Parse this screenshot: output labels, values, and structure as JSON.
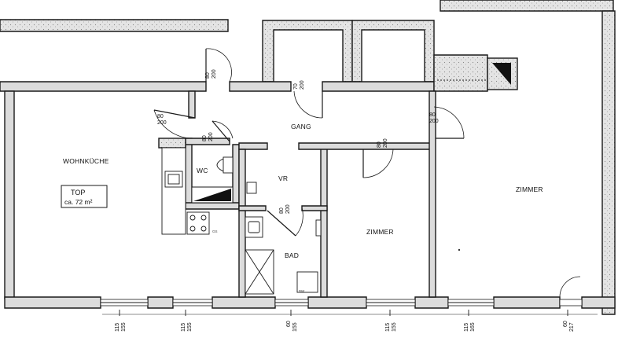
{
  "rooms": {
    "wohnkueche": "WOHNKÜCHE",
    "gang": "GANG",
    "wc": "WC",
    "vr": "VR",
    "bad": "BAD",
    "zimmer_mid": "ZIMMER",
    "zimmer_right": "ZIMMER"
  },
  "top_box": {
    "line1": "TOP",
    "line2": "ca. 72 m²"
  },
  "doors": {
    "d1": {
      "w": "80",
      "h": "200"
    },
    "d2": {
      "w": "70",
      "h": "200"
    },
    "d3": {
      "w": "80",
      "h": "200"
    },
    "d4": {
      "w": "80",
      "h": "200"
    },
    "d5": {
      "w": "80",
      "h": "200"
    },
    "d6": {
      "w": "80",
      "h": "200"
    },
    "d7": {
      "w": "80",
      "h": "200"
    }
  },
  "windows": [
    {
      "w": "115",
      "h": "155"
    },
    {
      "w": "115",
      "h": "155"
    },
    {
      "w": "60",
      "h": "155"
    },
    {
      "w": "115",
      "h": "155"
    },
    {
      "w": "115",
      "h": "165"
    },
    {
      "w": "60",
      "h": "217"
    }
  ],
  "misc": {
    "cooker": "GS",
    "bath_dim": "BW"
  },
  "colors": {
    "wall_line": "#1a1a1a",
    "wall_fill": "#dcdcdc",
    "background": "#ffffff"
  }
}
